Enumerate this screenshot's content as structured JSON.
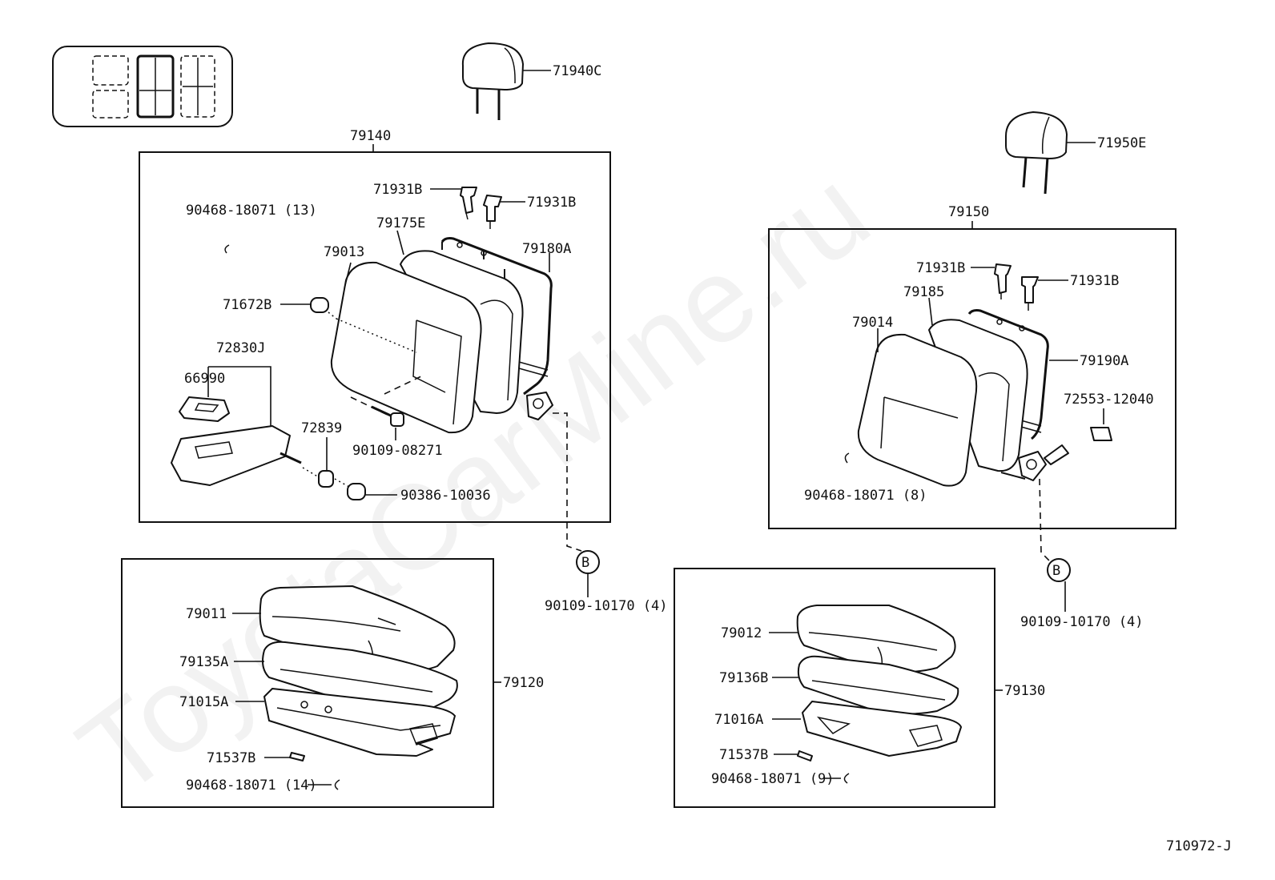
{
  "watermark": "ToyotaCarMine.ru",
  "diagram_code": "710972-J",
  "labels": {
    "headrest_front": "71940C",
    "headrest_rear": "71950E",
    "front_seatback_assy": "79140",
    "rear_seatback_assy": "79150",
    "clip_front_back": "90468-18071 (13)",
    "clip_rear_back": "90468-18071 (8)",
    "headrest_support_1": "71931B",
    "headrest_support_2": "71931B",
    "headrest_support_3": "71931B",
    "headrest_support_4": "71931B",
    "back_cover_front": "79175E",
    "back_cover_rear": "79185",
    "back_pad_front": "79013",
    "back_pad_rear": "79014",
    "back_frame_front": "79180A",
    "back_frame_rear": "79190A",
    "cap": "71672B",
    "armrest_assy": "72830J",
    "cup_holder": "66990",
    "bushing": "72839",
    "screw": "90109-08271",
    "nut_screw": "90386-10036",
    "plate": "72553-12040",
    "ref_b_front": "B",
    "ref_b_rear": "B",
    "bolt_front": "90109-10170 (4)",
    "bolt_rear": "90109-10170 (4)",
    "cushion_cover_front": "79011",
    "cushion_pad_front": "79135A",
    "cushion_frame_front": "71015A",
    "cushion_assy_front": "79120",
    "pin_front": "71537B",
    "clip_front_cushion": "90468-18071 (14)",
    "cushion_cover_rear": "79012",
    "cushion_pad_rear": "79136B",
    "cushion_frame_rear": "71016A",
    "cushion_assy_rear": "79130",
    "pin_rear": "71537B",
    "clip_rear_cushion": "90468-18071 (9)"
  }
}
